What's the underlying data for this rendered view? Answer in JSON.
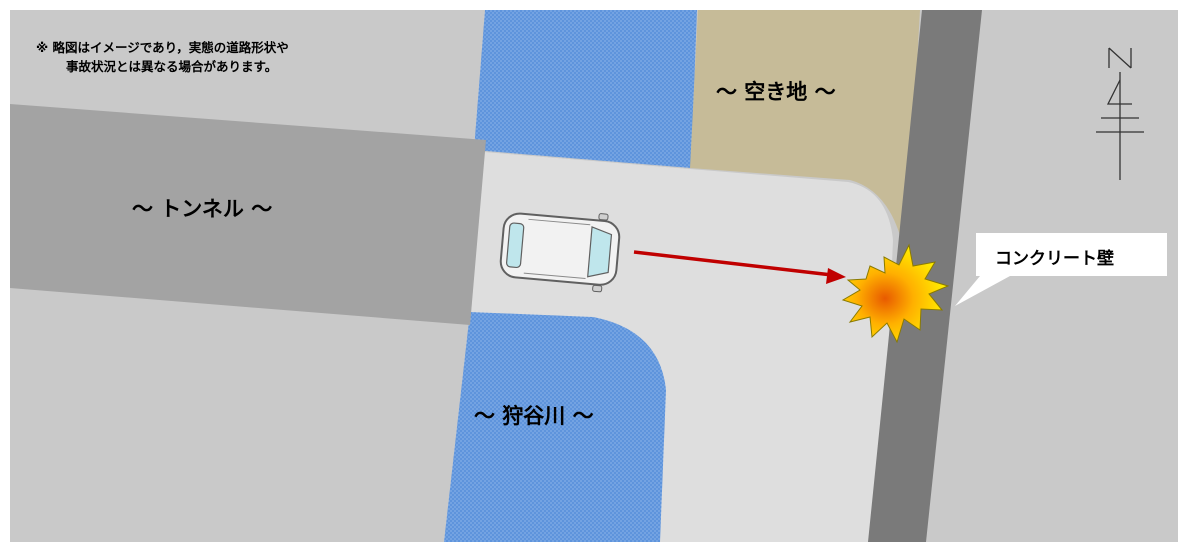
{
  "note": {
    "line1": "※ 略図はイメージであり，実態の道路形状や",
    "line2": "事故状況とは異なる場合があります。"
  },
  "labels": {
    "tunnel": "～ トンネル ～",
    "vacant_lot": "～ 空き地 ～",
    "river": "～ 狩谷川 ～",
    "wall": "コンクリート壁"
  },
  "compass": {
    "north_letter": "N"
  },
  "colors": {
    "ground": "#c9c9c9",
    "road": "#dedede",
    "tunnel": "#a3a3a3",
    "river": "#5e94dc",
    "vacant_lot": "#c6bb98",
    "wall": "#7a7a7a",
    "arrow": "#c00000",
    "vehicle_body": "#f2f2f2",
    "vehicle_glass": "#bfe6ec"
  }
}
